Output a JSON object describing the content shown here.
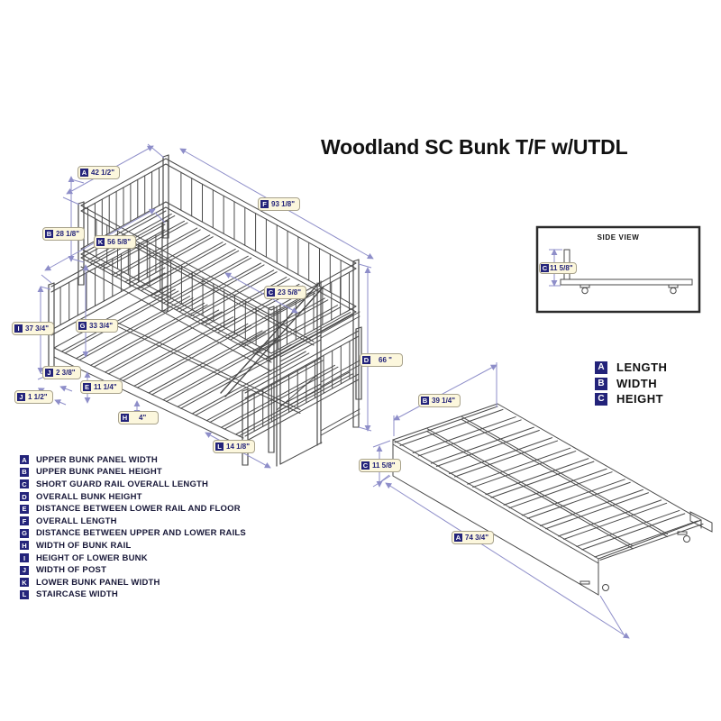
{
  "title": "Woodland SC Bunk T/F w/UTDL",
  "side_view": {
    "title": "SIDE VIEW",
    "dim": {
      "letter": "C",
      "value": "11 5/8\""
    }
  },
  "dims": {
    "upper_panel_width": {
      "letter": "A",
      "value": "42 1/2\""
    },
    "upper_panel_height": {
      "letter": "B",
      "value": "28 1/8\""
    },
    "overall_length": {
      "letter": "F",
      "value": "93 1/8\""
    },
    "lower_panel_width": {
      "letter": "K",
      "value": "56 5/8\""
    },
    "short_guard_rail": {
      "letter": "C",
      "value": "23 5/8\""
    },
    "rails_distance": {
      "letter": "G",
      "value": "33 3/4\""
    },
    "lower_bunk_height": {
      "letter": "I",
      "value": "37 3/4\""
    },
    "post_width_a": {
      "letter": "J",
      "value": "2 3/8\""
    },
    "rail_to_floor": {
      "letter": "E",
      "value": "11 1/4\""
    },
    "post_width_b": {
      "letter": "J",
      "value": "1 1/2\""
    },
    "bunk_rail_width": {
      "letter": "H",
      "value": "4\""
    },
    "staircase_width": {
      "letter": "L",
      "value": "14 1/8\""
    },
    "overall_height": {
      "letter": "D",
      "value": "66 \""
    },
    "trundle_width": {
      "letter": "B",
      "value": "39 1/4\""
    },
    "trundle_height": {
      "letter": "C",
      "value": "11 5/8\""
    },
    "trundle_length": {
      "letter": "A",
      "value": "74 3/4\""
    }
  },
  "size_key": [
    {
      "letter": "A",
      "label": "LENGTH"
    },
    {
      "letter": "B",
      "label": "WIDTH"
    },
    {
      "letter": "C",
      "label": "HEIGHT"
    }
  ],
  "legend": [
    {
      "letter": "A",
      "text": "UPPER BUNK PANEL WIDTH"
    },
    {
      "letter": "B",
      "text": "UPPER BUNK PANEL HEIGHT"
    },
    {
      "letter": "C",
      "text": "SHORT GUARD RAIL OVERALL LENGTH"
    },
    {
      "letter": "D",
      "text": "OVERALL BUNK HEIGHT"
    },
    {
      "letter": "E",
      "text": "DISTANCE BETWEEN LOWER RAIL AND FLOOR"
    },
    {
      "letter": "F",
      "text": "OVERALL LENGTH"
    },
    {
      "letter": "G",
      "text": "DISTANCE BETWEEN UPPER AND LOWER RAILS"
    },
    {
      "letter": "H",
      "text": "WIDTH OF BUNK RAIL"
    },
    {
      "letter": "I",
      "text": "HEIGHT OF LOWER BUNK"
    },
    {
      "letter": "J",
      "text": "WIDTH OF POST"
    },
    {
      "letter": "K",
      "text": "LOWER BUNK PANEL WIDTH"
    },
    {
      "letter": "L",
      "text": "STAIRCASE WIDTH"
    }
  ],
  "colors": {
    "badge_navy": "#23237a",
    "dim_line": "#8e8ec9",
    "label_bg": "#fcf7dd",
    "drawing_line": "#4a4a4a",
    "title_text": "#111111"
  }
}
